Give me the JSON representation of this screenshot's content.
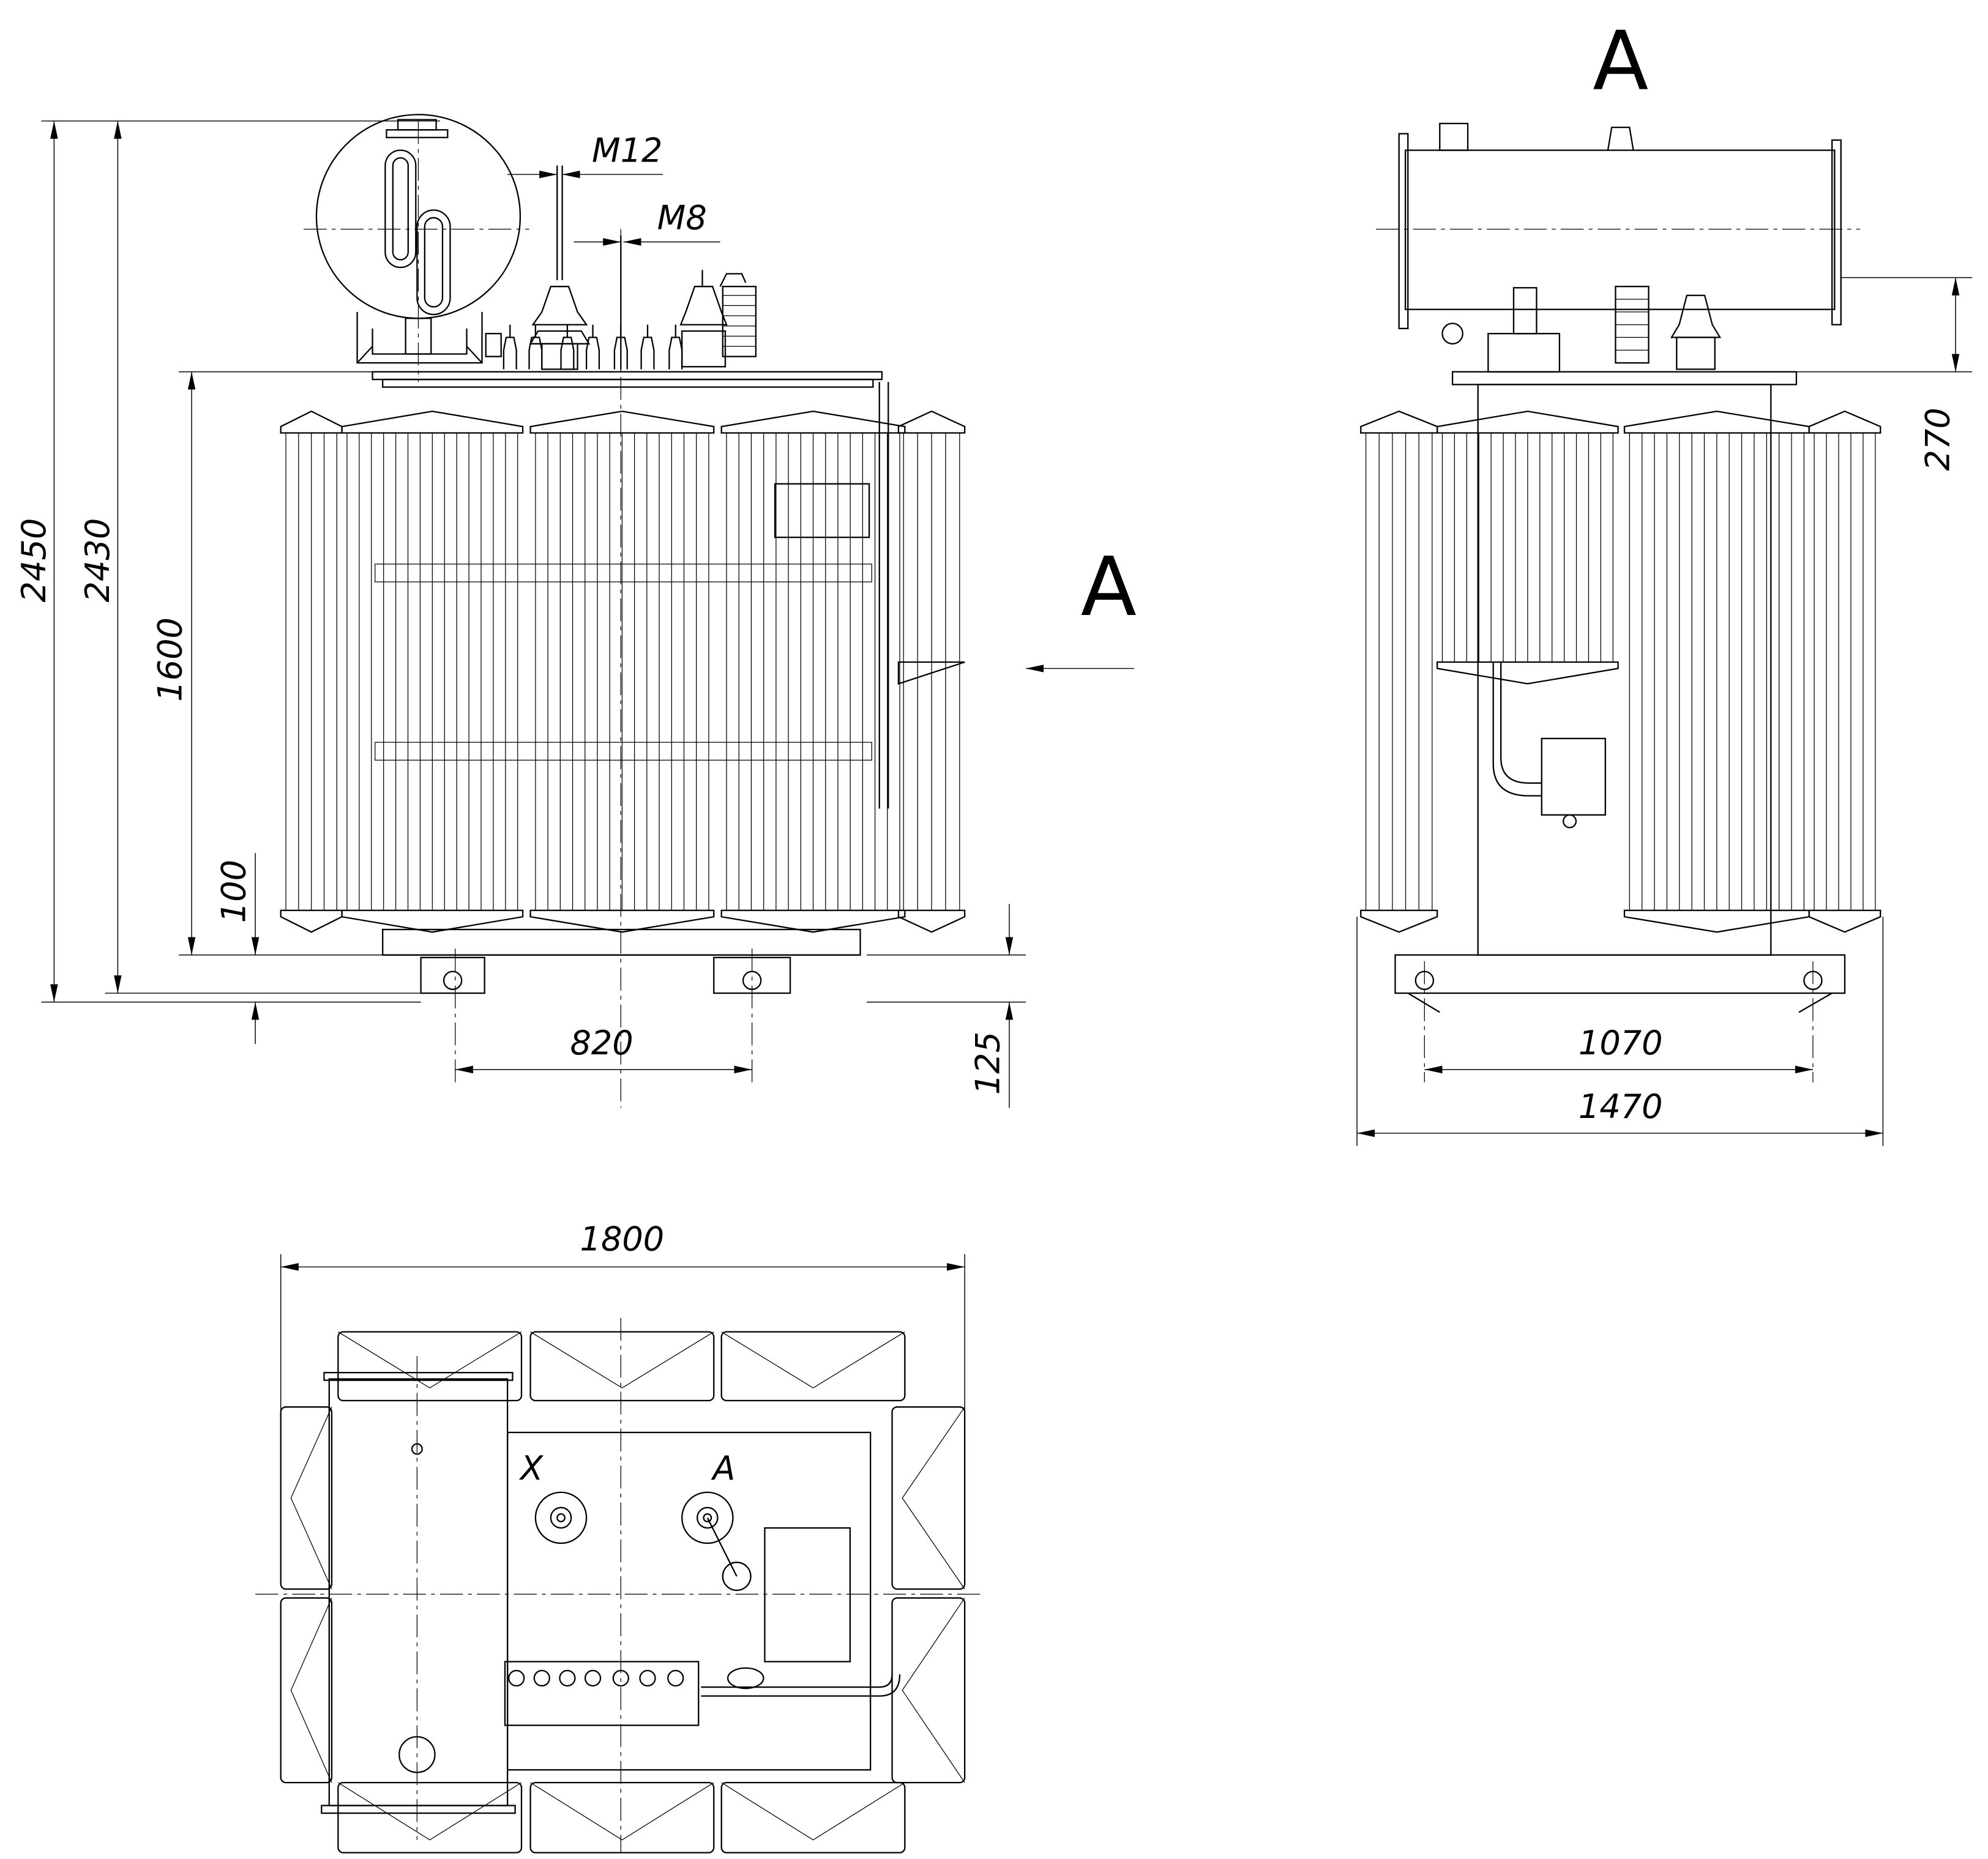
{
  "drawing": {
    "view_label": "A",
    "view_arrow_label": "A",
    "front_view": {
      "thread_labels": [
        "M12",
        "M8"
      ],
      "dimensions": {
        "overall_height": "2450",
        "height_to_conservator": "2430",
        "tank_height": "1600",
        "clearance": "100",
        "wheel_track": "820",
        "base_height": "125"
      }
    },
    "side_view": {
      "dimensions": {
        "conservator_offset": "270",
        "wheel_gauge": "1070",
        "overall_width": "1470"
      }
    },
    "top_view": {
      "dimensions": {
        "overall_length": "1800"
      },
      "bushing_labels": {
        "low_voltage": "X",
        "high_voltage": "A"
      }
    }
  }
}
